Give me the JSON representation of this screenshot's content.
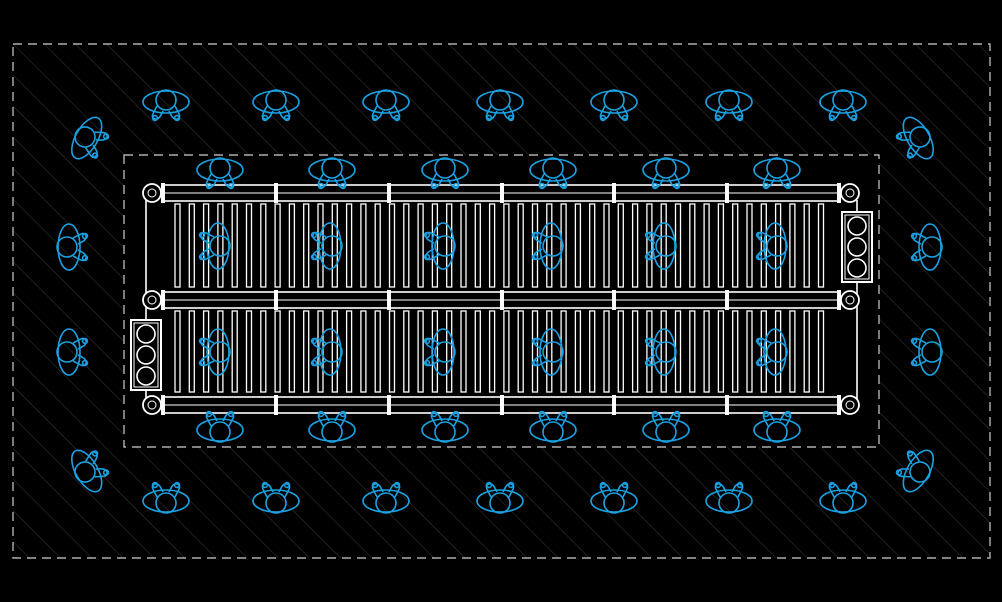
{
  "drawing": {
    "kind": "conveyor-layout-plan",
    "colors": {
      "background": "#000000",
      "linework": "#ffffff",
      "hatch": "#3a3a3a",
      "people": "#1ba1e2"
    },
    "icons": {
      "person": "person-top-view-icon",
      "roller": "roller-icon",
      "motor": "drive-motor-icon"
    },
    "conveyor_lanes": 2,
    "sections_per_lane": 6,
    "drive_units": 2,
    "people_count": 44
  }
}
